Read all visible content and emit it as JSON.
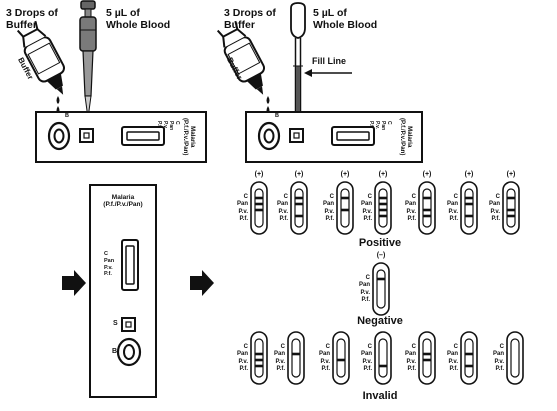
{
  "step1": {
    "buffer_drops": "3 Drops of\nBuffer",
    "blood_amount": "5 µL of\nWhole Blood",
    "bottle_label": "Buffer",
    "cassette_label": "Malaria\n(P.f./P.v./Pan)",
    "well_label": "B",
    "line_labels": [
      "C",
      "Pan",
      "P.v.",
      "P.f."
    ]
  },
  "step2": {
    "buffer_drops": "3 Drops of\nBuffer",
    "blood_amount": "5 µL of\nWhole Blood",
    "bottle_label": "Buffer",
    "fill_line": "Fill Line",
    "cassette_label": "Malaria\n(P.f./P.v./Pan)",
    "well_label": "B",
    "line_labels": [
      "C",
      "Pan",
      "P.v.",
      "P.f."
    ]
  },
  "cassette_detail": {
    "title": "Malaria\n(P.f./P.v./Pan)",
    "line_labels": [
      "C",
      "Pan",
      "P.v.",
      "P.f."
    ],
    "sample_well_label": "S",
    "buffer_well_label": "B"
  },
  "results": {
    "line_labels": [
      "C",
      "Pan",
      "P.v.",
      "P.f."
    ],
    "positive": {
      "heading": "Positive",
      "strips": [
        {
          "sign": "(+)",
          "lines": [
            true,
            true,
            true,
            false
          ]
        },
        {
          "sign": "(+)",
          "lines": [
            true,
            true,
            false,
            true
          ]
        },
        {
          "sign": "(+)",
          "lines": [
            true,
            false,
            true,
            false
          ]
        },
        {
          "sign": "(+)",
          "lines": [
            true,
            true,
            true,
            true
          ]
        },
        {
          "sign": "(+)",
          "lines": [
            true,
            false,
            true,
            true
          ]
        },
        {
          "sign": "(+)",
          "lines": [
            true,
            true,
            false,
            true
          ]
        },
        {
          "sign": "(+)",
          "lines": [
            true,
            false,
            true,
            true
          ]
        }
      ]
    },
    "negative": {
      "heading": "Negative",
      "strips": [
        {
          "sign": "(–)",
          "lines": [
            true,
            false,
            false,
            false
          ]
        }
      ]
    },
    "invalid": {
      "heading": "Invalid",
      "strips": [
        {
          "lines": [
            false,
            true,
            true,
            true
          ]
        },
        {
          "lines": [
            false,
            true,
            false,
            false
          ]
        },
        {
          "lines": [
            false,
            false,
            true,
            false
          ]
        },
        {
          "lines": [
            false,
            false,
            false,
            true
          ]
        },
        {
          "lines": [
            false,
            true,
            true,
            false
          ]
        },
        {
          "lines": [
            false,
            true,
            false,
            true
          ]
        },
        {
          "lines": [
            false,
            false,
            false,
            false
          ]
        }
      ]
    }
  }
}
